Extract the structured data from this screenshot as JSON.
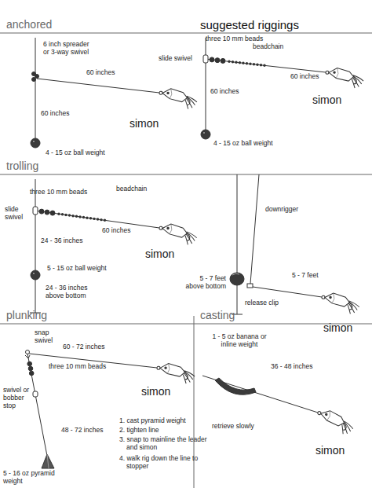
{
  "diagram": {
    "title": "suggested riggings",
    "labels": [
      "anchored",
      "6 inch spreader or 3-way swivel",
      "60 inches",
      "60 inches",
      "simon",
      "4 - 15 oz ball weight",
      "three 10 mm beads",
      "beadchain",
      "slide swivel",
      "60 inches",
      "60 inches",
      "simon",
      "4 - 15 oz ball weight",
      "trolling",
      "three 10 mm beads",
      "beadchain",
      "slide swivel",
      "24 - 36 inches",
      "60 inches",
      "5 - 15 oz ball weight",
      "24 - 36 inches above bottom",
      "simon",
      "downrigger",
      "5 - 7 feet",
      "5 - 7 feet above bottom",
      "release clip",
      "simon",
      "plunking",
      "snap swivel",
      "60 - 72 inches",
      "three 10 mm beads",
      "swivel or bobber stop",
      "simon",
      "48 - 72 inches",
      "1. cast pyramid weight",
      "2. tighten line",
      "3. snap to mainline the leader and simon",
      "4. walk rig down the line to stopper",
      "5 - 16 oz pyramid weight",
      "casting",
      "1 - 5 oz banana or inline weight",
      "36 - 48 inches",
      "retrieve slowly",
      "simon"
    ]
  }
}
